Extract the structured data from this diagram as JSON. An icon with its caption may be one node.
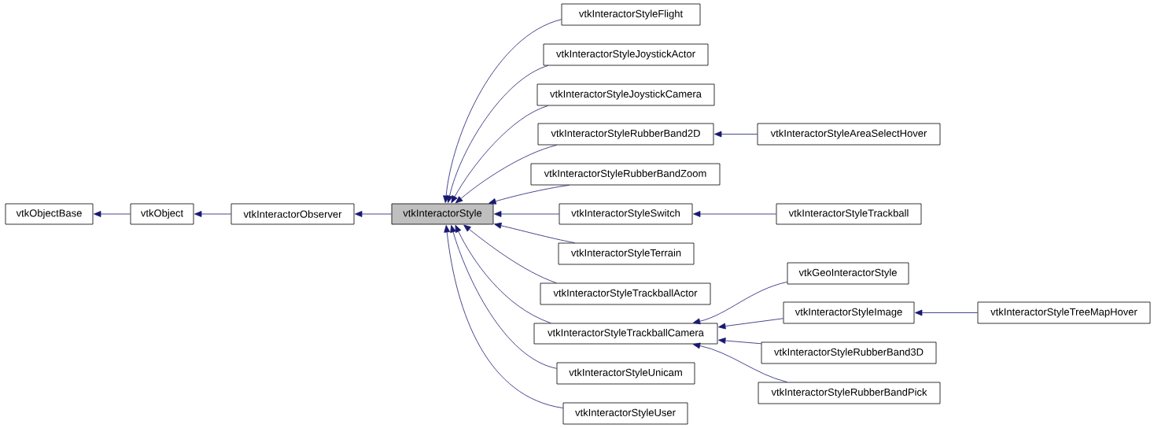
{
  "diagram": {
    "nodes": [
      {
        "text": [
          "vtkObjectBase"
        ]
      },
      {
        "text": [
          "vtkObject"
        ]
      },
      {
        "text": [
          "vtkInteractorObserver"
        ]
      },
      {
        "text": [
          "vtkInteractorStyle"
        ]
      },
      {
        "text": [
          "vtkInteractorStyleFlight"
        ]
      },
      {
        "text": [
          "vtkInteractorStyleJoystickActor"
        ]
      },
      {
        "text": [
          "vtkInteractorStyleJoystickCamera"
        ]
      },
      {
        "text": [
          "vtkInteractorStyleRubberBand2D"
        ]
      },
      {
        "text": [
          "vtkInteractorStyleRubberBandZoom"
        ]
      },
      {
        "text": [
          "vtkInteractorStyleSwitch"
        ]
      },
      {
        "text": [
          "vtkInteractorStyleTerrain"
        ]
      },
      {
        "text": [
          "vtkInteractorStyleTrackballActor"
        ]
      },
      {
        "text": [
          "vtkInteractorStyleTrackballCamera"
        ]
      },
      {
        "text": [
          "vtkInteractorStyleUnicam"
        ]
      },
      {
        "text": [
          "vtkInteractorStyleUser"
        ]
      },
      {
        "text": [
          "vtkInteractorStyleAreaSelectHover"
        ]
      },
      {
        "text": [
          "vtkInteractorStyleTrackball"
        ]
      },
      {
        "text": [
          "vtkGeoInteractorStyle"
        ]
      },
      {
        "text": [
          "vtkInteractorStyleImage"
        ]
      },
      {
        "text": [
          "vtkInteractorStyleRubberBand3D"
        ]
      },
      {
        "text": [
          "vtkInteractorStyleRubberBandPick"
        ]
      },
      {
        "text": [
          "vtkInteractorStyleTreeMapHover"
        ]
      }
    ],
    "edges": [
      {
        "from": 1,
        "to": 0,
        "arrow": "to"
      },
      {
        "from": 2,
        "to": 1,
        "arrow": "to"
      },
      {
        "from": 3,
        "to": 2,
        "arrow": "to"
      },
      {
        "from": 4,
        "to": 3,
        "arrow": "to"
      },
      {
        "from": 5,
        "to": 3,
        "arrow": "to"
      },
      {
        "from": 6,
        "to": 3,
        "arrow": "to"
      },
      {
        "from": 7,
        "to": 3,
        "arrow": "to"
      },
      {
        "from": 8,
        "to": 3,
        "arrow": "to"
      },
      {
        "from": 9,
        "to": 3,
        "arrow": "to"
      },
      {
        "from": 10,
        "to": 3,
        "arrow": "to"
      },
      {
        "from": 11,
        "to": 3,
        "arrow": "to"
      },
      {
        "from": 12,
        "to": 3,
        "arrow": "to"
      },
      {
        "from": 13,
        "to": 3,
        "arrow": "to"
      },
      {
        "from": 14,
        "to": 3,
        "arrow": "to"
      },
      {
        "from": 15,
        "to": 7,
        "arrow": "to"
      },
      {
        "from": 16,
        "to": 9,
        "arrow": "to"
      },
      {
        "from": 17,
        "to": 12,
        "arrow": "to"
      },
      {
        "from": 18,
        "to": 12,
        "arrow": "to"
      },
      {
        "from": 19,
        "to": 12,
        "arrow": "to"
      },
      {
        "from": 20,
        "to": 12,
        "arrow": "to"
      },
      {
        "from": 21,
        "to": 18,
        "arrow": "to"
      }
    ]
  }
}
